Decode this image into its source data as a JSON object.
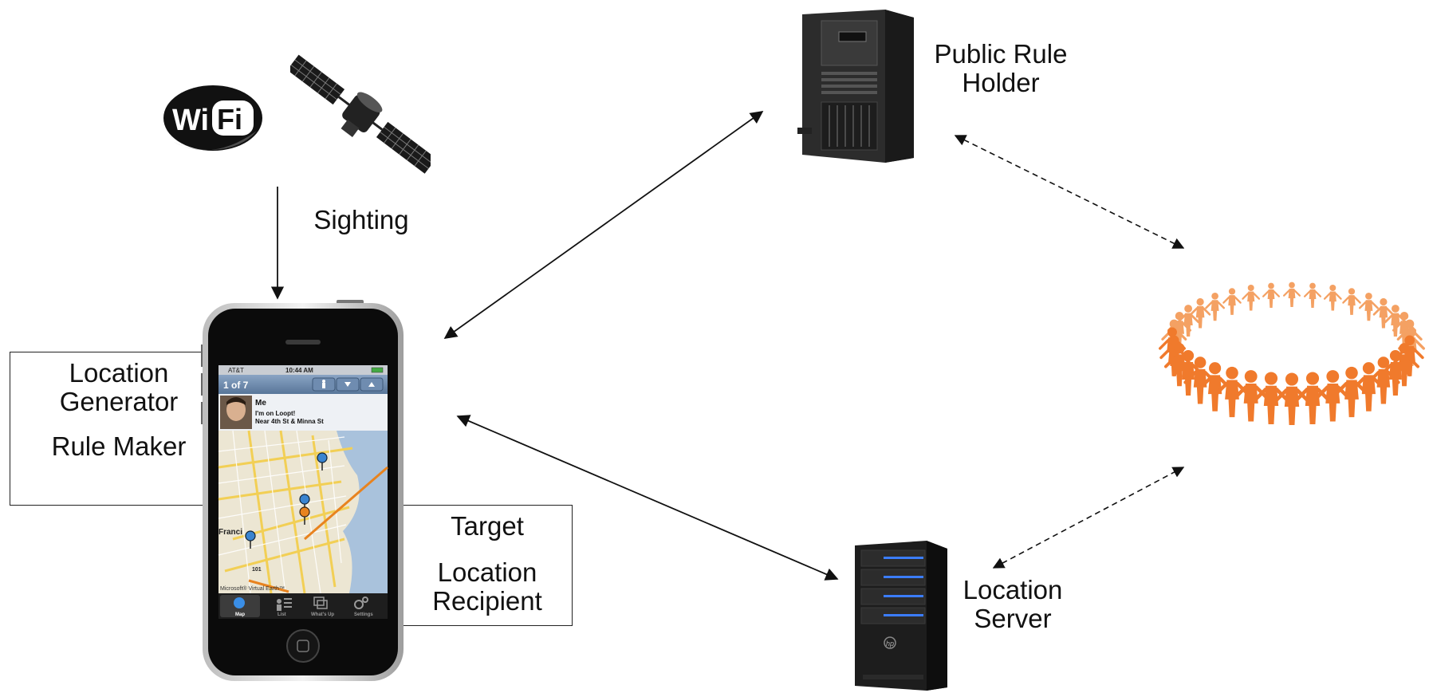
{
  "wifi": {
    "word_wi": "Wi",
    "word_fi": "Fi"
  },
  "labels": {
    "sighting": "Sighting",
    "public_rule_holder": [
      "Public Rule",
      "Holder"
    ],
    "location_generator": [
      "Location",
      "Generator"
    ],
    "rule_maker": "Rule Maker",
    "target": "Target",
    "location_recipient": [
      "Location",
      "Recipient"
    ],
    "location_server": [
      "Location",
      "Server"
    ]
  },
  "phone": {
    "carrier": "AT&T",
    "time": "10:44 AM",
    "pager": "1 of 7",
    "user_name": "Me",
    "user_status": "I'm on Loopt!",
    "user_location": "Near 4th St & Minna St",
    "map_city": "Franci",
    "map_credit": "Microsoft® Virtual Earth™",
    "route_marker": "101",
    "tabs": [
      "Map",
      "List",
      "What's Up",
      "Settings"
    ]
  },
  "colors": {
    "ios_bar": "#6a86a8",
    "tab_active": "#3a8ee6",
    "server_led": "#3b7dff",
    "people": "#f07a2c"
  }
}
